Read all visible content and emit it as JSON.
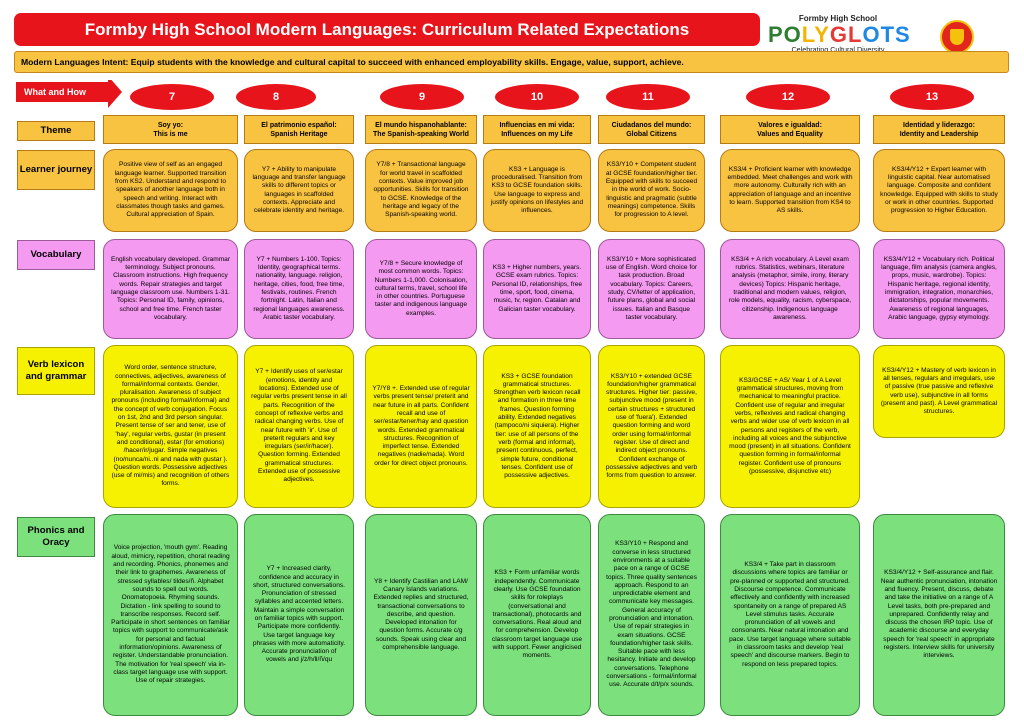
{
  "header": {
    "title": "Formby High School Modern Languages: Curriculum Related Expectations",
    "intent": "Modern Languages Intent: Equip students with the knowledge and cultural capital to succeed with enhanced employability skills. Engage, value, support, achieve.",
    "logo_school": "Formby High School",
    "logo_word": "POLYGLOTS",
    "logo_tagline": "Celebrating Cultural Diversity"
  },
  "what_how_label": "What and How",
  "colors": {
    "red": "#e8141b",
    "orange": "#f9c342",
    "pink": "#f49af0",
    "yellow": "#f6f100",
    "green": "#7ce07d"
  },
  "years": [
    "7",
    "8",
    "9",
    "10",
    "11",
    "12",
    "13"
  ],
  "rows": [
    {
      "label": "Theme"
    },
    {
      "label": "Learner journey"
    },
    {
      "label": "Vocabulary"
    },
    {
      "label": "Verb lexicon and grammar"
    },
    {
      "label": "Phonics and Oracy"
    }
  ],
  "themes": [
    "Soy yo:\nThis is me",
    "El patrimonio español:\nSpanish Heritage",
    "El mundo hispanohablante:\nThe Spanish-speaking World",
    "Influencias en mi vida:\nInfluences on my Life",
    "Ciudadanos del mundo:\nGlobal Citizens",
    "Valores e igualdad:\nValues and Equality",
    "Identidad y liderazgo:\nIdentity and Leadership"
  ],
  "learner_journey": [
    "Positive view of self as an engaged language learner. Supported transition from KS2. Understand and respond to speakers of another language both in speech and writing. Interact with classmates though tasks and games. Cultural appreciation of Spain.",
    "Y7 + Ability to manipulate language and transfer language skills to different topics or languages in scaffolded contexts. Appreciate and celebrate identity and heritage.",
    "Y7/8 + Transactional language for world travel in scaffolded contexts. Value improved job opportunities. Skills for transition to GCSE. Knowledge of the heritage and legacy of the Spanish-speaking world.",
    "KS3 + Language is proceduralised. Transition from KS3 to GCSE foundation skills. Use language to express and justify opinions on lifestyles and influences.",
    "KS3/Y10 + Competent student at GCSE foundation/higher tier. Equipped with skills to succeed in the world of work. Socio-linguistic and pragmatic (subtle meanings) competence. Skills for progression to A level.",
    "KS3/4 + Proficient learner with knowledge embedded. Meet challenges and work with more autonomy. Culturally rich with an appreciation of language and an incentive to learn. Supported transition from KS4 to AS skills.",
    "KS3/4/Y12 + Expert learner with linguistic capital. Near automatised language. Composite and confident knowledge. Equipped with skills to study or work in other countries. Supported progression to Higher Education."
  ],
  "vocabulary": [
    "English vocabulary developed. Grammar terminology. Subject pronouns. Classroom instructions. High frequency words. Repair strategies and target language classroom use. Numbers 1-31. Topics: Personal ID, family, opinions, school and free time. French taster vocabulary.",
    "Y7 + Numbers 1-100. Topics: Identity, geographical terms. nationality, language. religion, heritage, cities, food, free time, festivals, routines. French fortnight. Latin, Italian and regional languages awareness. Arabic taster vocabulary.",
    "Y7/8 + Secure knowledge of most common words. Topics: Numbers 1-1,000. Colonisation, cultural terms, travel, school life in other countries. Portuguese taster and indigenous language examples.",
    "KS3 + Higher numbers, years. GCSE exam rubrics. Topics: Personal ID, relationships, free time, sport, food, cinema, music, tv, region. Catalan and Galician taster vocabulary.",
    "KS3/Y10 + More sophisticated use of English. Word choice for task production. Broad vocabulary. Topics: Careers, study, CV/letter of application, future plans, global and social issues. Italian and Basque taster vocabulary.",
    "KS3/4 + A rich vocabulary. A Level exam rubrics. Statistics, webinars, literature analysis (metaphor, simile, irony, literary devices) Topics: Hispanic heritage, traditional and modern values, religion, role models, equality, racism, cyberspace, citizenship. Indigenous language awareness.",
    "KS3/4/Y12 + Vocabulary rich. Political language, film analysis (camera angles, props, music, wardrobe). Topics: Hispanic heritage, regional identity, immigration, integration, monarchies, dictatorships, popular movements. Awareness of regional languages, Arabic language, gypsy etymology."
  ],
  "verb_grammar": [
    "Word order, sentence structure, connectives, adjectives, awareness of formal/informal contexts. Gender, pluralisation. Awareness of subject pronouns (including formal/informal) and the concept of verb conjugation. Focus on 1st, 2nd and 3rd person singular. Present tense of ser and tener, use of 'hay', regular verbs, gustar (in present and conditional), estar (for emotions) /hacer/ir/jugar. Simple negatives (no/nunca/ni..ni and nada with gustar ). Question words. Possessive adjectives (use of mi/mis) and recognition of others forms.",
    "Y7 + Identify uses of ser/estar (emotions, identity and locations). Extended use of regular verbs present tense in all parts. Recognition of the concept of reflexive verbs and radical changing verbs. Use of near future with 'ir'. Use of preterit regulars and key irregulars (ser/ir/hacer). Question forming. Extended grammatical structures. Extended use of possessive adjectives.",
    "Y7/Y8 +. Extended use of regular verbs present tense/ preterit and near future in all parts. Confident recall and use of ser/estar/tener/hay and question words. Extended grammatical structures. Recognition of imperfect tense. Extended negatives (nadie/nada). Word order for direct object pronouns.",
    "KS3 + GCSE foundation grammatical structures. Strengthen verb lexicon recall and formation in three time frames. Question forming ability. Extended negatives (tampoco/ni siquiera). Higher tier: use of all persons of the verb (formal and informal), present continuous, perfect, simple future, conditional tenses. Confident use of possessive adjectives.",
    "KS3/Y10 + extended GCSE foundation/higher grammatical structures. Higher tier: passive, subjunctive mood (present in certain structures + structured use of 'fuera'). Extended question forming and word order using formal/informal register. Use of direct and indirect object pronouns. Confident exchange of possessive adjectives and verb forms from question to answer.",
    "KS3/GCSE + AS/ Year 1 of A Level grammatical structures, moving from mechanical to meaningful practice. Confident use of regular and irregular verbs, reflexives and radical changing verbs and wider use of verb lexicon in all persons and registers of the verb, including all voices and the subjunctive mood (present) in all situations. Confident question forming in formal/informal register. Confident use of pronouns (possessive, disjunctive etc)",
    "KS3/4/Y12 + Mastery of verb lexicon in all tenses, regulars and irregulars, use of passive (true passive and reflexive verb use), subjunctive in all forms (present and past). A Level grammatical structures."
  ],
  "phonics_oracy": [
    "Voice projection, 'mouth gym'. Reading aloud, mimicry, repetition, choral reading and recording. Phonics, phonemes and their link to graphemes. Awareness of stressed syllables/ tildes/ñ. Alphabet sounds to spell out words. Onomatopoeia. Rhyming sounds. Dictation - link spelling to sound to transcribe responses. Record self. Participate in short sentences on familiar topics with support to communicate/ask for personal and factual information/opinions. Awareness of register. Understandable pronunciation. The motivation for 'real speech' via in-class target language use with support. Use of repair strategies.",
    "Y7 + Increased clarity, confidence and accuracy in short, structured conversations. Pronunciation of stressed syllables and accented letters. Maintain a simple conversation on familiar topics with support. Participate more confidently. Use target language key phrases with more automaticity. Accurate pronunciation of vowels and j/z/h/ll/ñ/qu",
    "Y8 + Identify Castilian and LAM/ Canary Islands variations. Extended replies and structured, transactional conversations to describe, and question. Developed intonation for question forms. Accurate c/g sounds. Speak using clear and comprehensible language.",
    "KS3 + Form unfamiliar words independently. Communicate clearly. Use GCSE foundation skills for roleplays (conversational and transactional), photocards and conversations. Real aloud and for comprehension. Develop classroom target language use with support. Fewer anglicised moments.",
    "KS3/Y10 + Respond and converse in less structured environments at a suitable pace on a range of GCSE topics. Three quality sentences approach. Respond to an unpredictable element and communicate key messages. General accuracy of pronunciation and intonation. Use of repair strategies in exam situations. GCSE foundation/higher task skills. Suitable pace with less hesitancy. Initiate and develop conversations. Telephone conversations - formal/informal use. Accurate d/t/p/x sounds.",
    "KS3/4 + Take part in classroom discussions where topics are familiar or pre-planned or supported and structured. Discourse competence. Communicate effectively and confidently with increased spontaneity on a range of prepared AS Level stimulus tasks. Accurate pronunciation of all vowels and consonants. Near natural intonation and pace. Use target language where suitable in classroom tasks and develop 'real speech' and discourse markers. Begin to respond on less prepared topics.",
    "KS3/4/Y12 + Self-assurance and flair. Near authentic pronunciation, intonation and fluency. Present, discuss, debate and take the initiative on a range of A Level tasks, both pre-prepared and unprepared. Confidently relay and discuss the chosen IRP topic. Use of academic discourse and everyday speech for 'real speech' in appropriate registers. Interview skills for university interviews."
  ]
}
